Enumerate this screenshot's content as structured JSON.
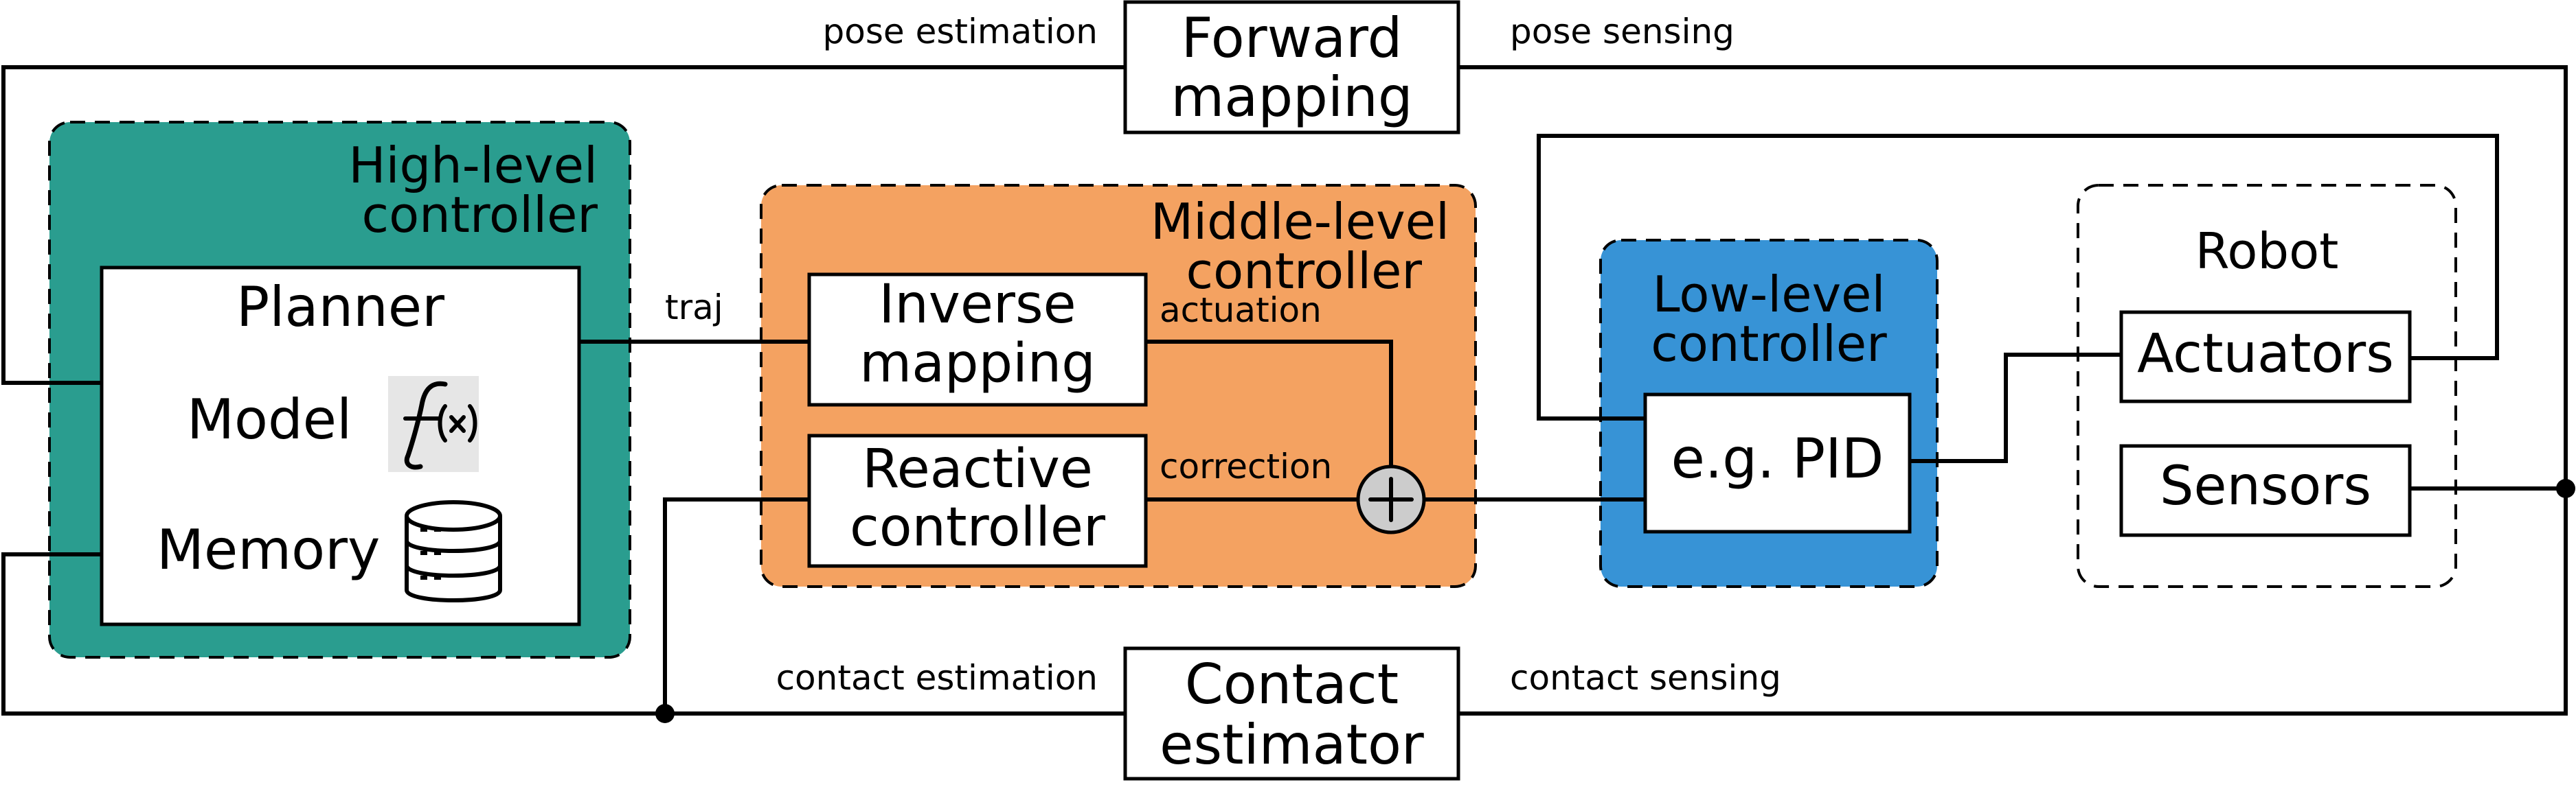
{
  "colors": {
    "high_level": "#2a9d8f",
    "middle_level": "#f4a261",
    "low_level": "#3793d6",
    "summing_junction": "#cccccc",
    "stroke": "#000000"
  },
  "blocks": {
    "high_level_label": [
      "High-level",
      "controller"
    ],
    "middle_level_label": [
      "Middle-level",
      "controller"
    ],
    "low_level_label": [
      "Low-level",
      "controller"
    ],
    "robot_label": "Robot",
    "planner": "Planner",
    "model": "Model",
    "memory": "Memory",
    "inverse_mapping": [
      "Inverse",
      "mapping"
    ],
    "reactive_controller": [
      "Reactive",
      "controller"
    ],
    "pid": "e.g. PID",
    "actuators": "Actuators",
    "sensors": "Sensors",
    "forward_mapping": [
      "Forward",
      "mapping"
    ],
    "contact_estimator": [
      "Contact",
      "estimator"
    ]
  },
  "signals": {
    "pose_estimation": "pose estimation",
    "pose_sensing": "pose sensing",
    "traj": "traj",
    "actuation": "actuation",
    "correction": "correction",
    "contact_estimation": "contact estimation",
    "contact_sensing": "contact sensing"
  },
  "icons": {
    "model_icon": "function-icon",
    "memory_icon": "database-icon",
    "summing_icon": "plus-icon"
  }
}
